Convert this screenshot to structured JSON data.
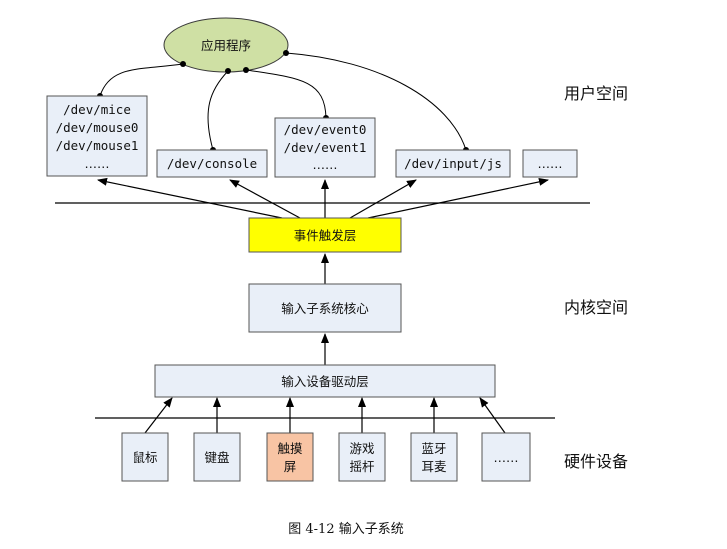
{
  "colors": {
    "box_fill": "#e9eff8",
    "highlight_yellow": "#ffff00",
    "highlight_orange": "#f8c4a4",
    "app_ellipse": "#cfe0a4",
    "line": "#000000"
  },
  "app": {
    "label": "应用程序"
  },
  "device_nodes": {
    "mice_group": [
      "/dev/mice",
      "/dev/mouse0",
      "/dev/mouse1",
      "……"
    ],
    "console": "/dev/console",
    "event_group": [
      "/dev/event0",
      "/dev/event1",
      "……"
    ],
    "input_js": "/dev/input/js",
    "more": "……"
  },
  "layers": {
    "event_handler": "事件触发层",
    "core": "输入子系统核心",
    "driver": "输入设备驱动层"
  },
  "devices": [
    {
      "lines": [
        "鼠标"
      ],
      "icon": "mouse"
    },
    {
      "lines": [
        "键盘"
      ],
      "icon": "keyboard"
    },
    {
      "lines": [
        "触摸",
        "屏"
      ],
      "icon": "touchscreen"
    },
    {
      "lines": [
        "游戏",
        "摇杆"
      ],
      "icon": "joystick"
    },
    {
      "lines": [
        "蓝牙",
        "耳麦"
      ],
      "icon": "bluetooth-headset"
    },
    {
      "lines": [
        "……"
      ],
      "icon": "more"
    }
  ],
  "zones": {
    "user": "用户空间",
    "kernel": "内核空间",
    "hardware": "硬件设备"
  },
  "caption": "图 4-12  输入子系统"
}
